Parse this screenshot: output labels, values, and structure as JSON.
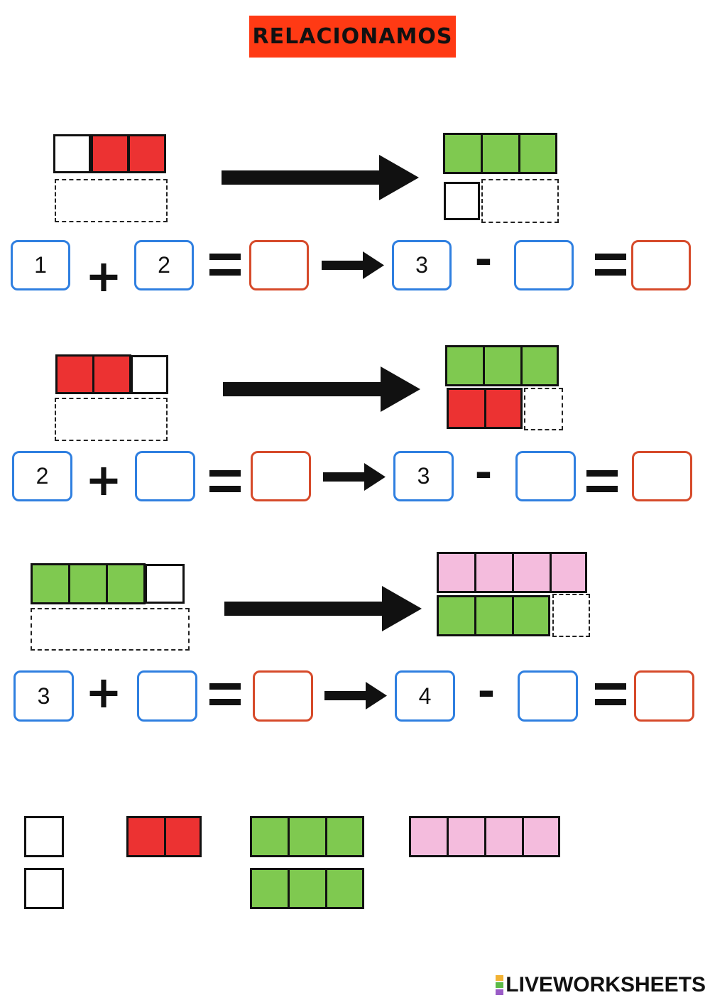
{
  "title": "RELACIONAMOS",
  "rows": [
    {
      "a": "1",
      "b": "2",
      "sum": "",
      "c": "3",
      "d": "",
      "diff": ""
    },
    {
      "a": "2",
      "b": "",
      "sum": "",
      "c": "3",
      "d": "",
      "diff": ""
    },
    {
      "a": "3",
      "b": "",
      "sum": "",
      "c": "4",
      "d": "",
      "diff": ""
    }
  ],
  "operators": {
    "plus": "+",
    "minus": "-"
  },
  "colors": {
    "red": "#ec3232",
    "green": "#7fc950",
    "pink": "#f4bcdd",
    "title_bg": "#ff3a14",
    "blue_border": "#2f7fe0",
    "answer_border": "#d64a2a"
  },
  "brand": {
    "text": "LIVEWORKSHEETS"
  }
}
